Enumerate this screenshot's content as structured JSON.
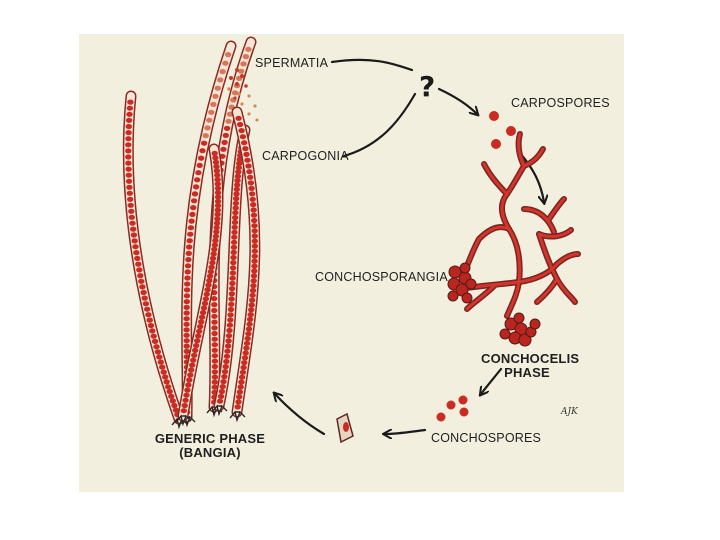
{
  "labels": {
    "spermatia": "SPERMATIA",
    "carpospores": "CARPOSPORES",
    "carpogonia": "CARPOGONIA",
    "conchosporangia": "CONCHOSPORANGIA",
    "conchocelis_line1": "CONCHOCELIS",
    "conchocelis_line2": "PHASE",
    "conchospores": "CONCHOSPORES",
    "generic_line1": "GENERIC PHASE",
    "generic_line2": "(BANGIA)",
    "question": "?",
    "signature": "AJK"
  },
  "colors": {
    "background": "#f3efdf",
    "cell_red": "#cc2b22",
    "filament_outline": "#8a2a22",
    "arrow": "#1a1a1a"
  }
}
